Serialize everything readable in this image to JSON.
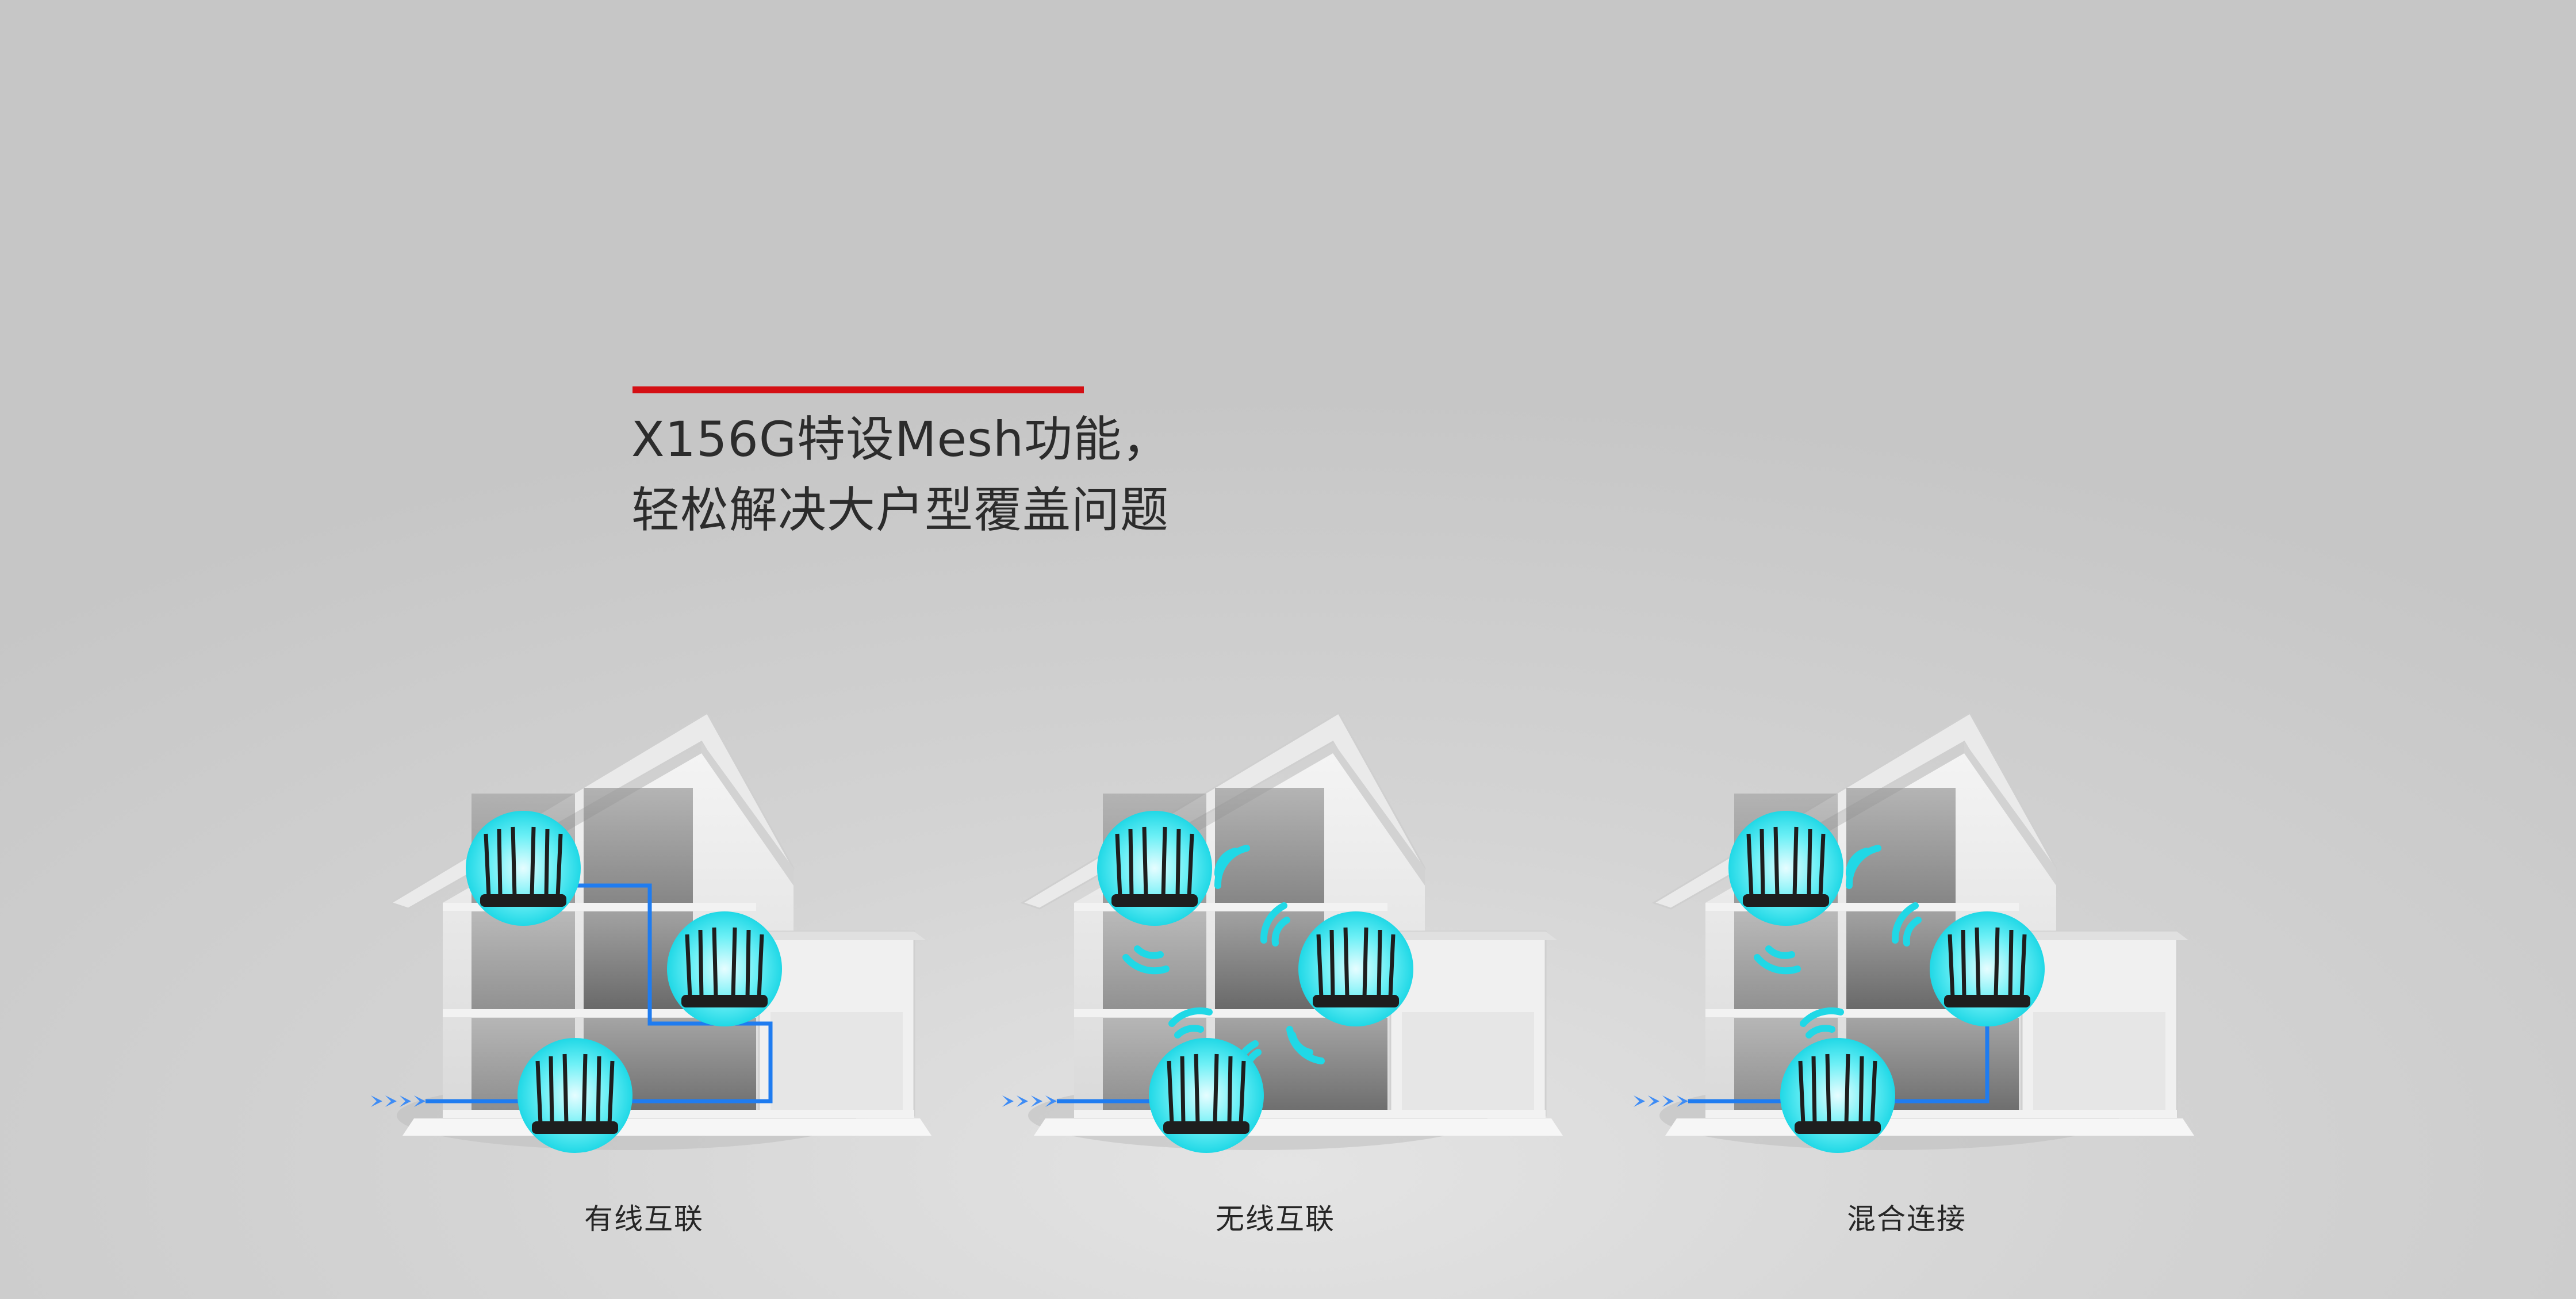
{
  "headline": {
    "line1": "X156G特设Mesh功能，",
    "line2": "轻松解决大户型覆盖问题"
  },
  "accent_color": "#d40f14",
  "signal_color": "#20d8e6",
  "wire_color": "#1f7cf0",
  "scenes": [
    {
      "caption": "有线互联",
      "icon": "house-wired-mesh-icon"
    },
    {
      "caption": "无线互联",
      "icon": "house-wireless-mesh-icon"
    },
    {
      "caption": "混合连接",
      "icon": "house-hybrid-mesh-icon"
    }
  ]
}
